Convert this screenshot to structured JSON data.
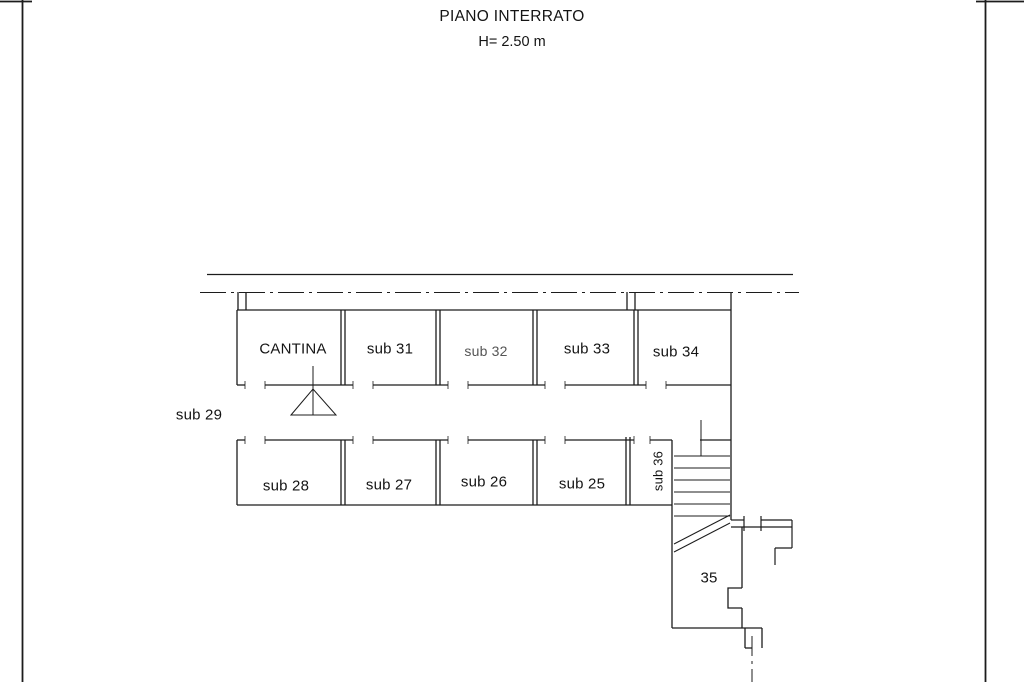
{
  "title": {
    "line1": "PIANO INTERRATO",
    "line2": "H= 2.50 m"
  },
  "plan": {
    "top_rooms": [
      {
        "label": "CANTINA"
      },
      {
        "label": "sub 31"
      },
      {
        "label": "sub 32"
      },
      {
        "label": "sub 33"
      },
      {
        "label": "sub 34"
      }
    ],
    "bottom_rooms": [
      {
        "label": "sub 28"
      },
      {
        "label": "sub 27"
      },
      {
        "label": "sub 26"
      },
      {
        "label": "sub 25"
      }
    ],
    "corridor_label": "sub 29",
    "vertical_room_label": "sub 36",
    "stair_room_label": "35"
  },
  "colors": {
    "line": "#1c1c1c",
    "background": "#ffffff",
    "text": "#141414"
  }
}
